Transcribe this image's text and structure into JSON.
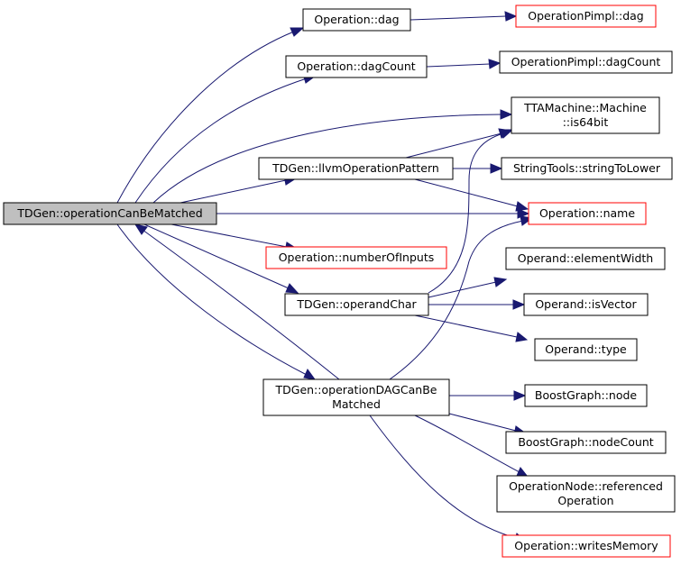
{
  "colors": {
    "edge": "#191970",
    "highlight_fill": "#bfbfbf",
    "missing_doc_border": "#ff0000",
    "normal_border": "#000000"
  },
  "nodes": {
    "root": "TDGen::operationCanBeMatched",
    "dag": "Operation::dag",
    "pimpl_dag": "OperationPimpl::dag",
    "dagCount": "Operation::dagCount",
    "pimpl_dagCount": "OperationPimpl::dagCount",
    "is64bit_l1": "TTAMachine::Machine",
    "is64bit_l2": "::is64bit",
    "llvmPattern": "TDGen::llvmOperationPattern",
    "stringToLower": "StringTools::stringToLower",
    "op_name": "Operation::name",
    "numberOfInputs": "Operation::numberOfInputs",
    "elementWidth": "Operand::elementWidth",
    "operandChar": "TDGen::operandChar",
    "isVector": "Operand::isVector",
    "op_type": "Operand::type",
    "dagCanBe_l1": "TDGen::operationDAGCanBe",
    "dagCanBe_l2": "Matched",
    "bg_node": "BoostGraph::node",
    "bg_nodeCount": "BoostGraph::nodeCount",
    "refOp_l1": "OperationNode::referenced",
    "refOp_l2": "Operation",
    "writesMemory": "Operation::writesMemory"
  }
}
